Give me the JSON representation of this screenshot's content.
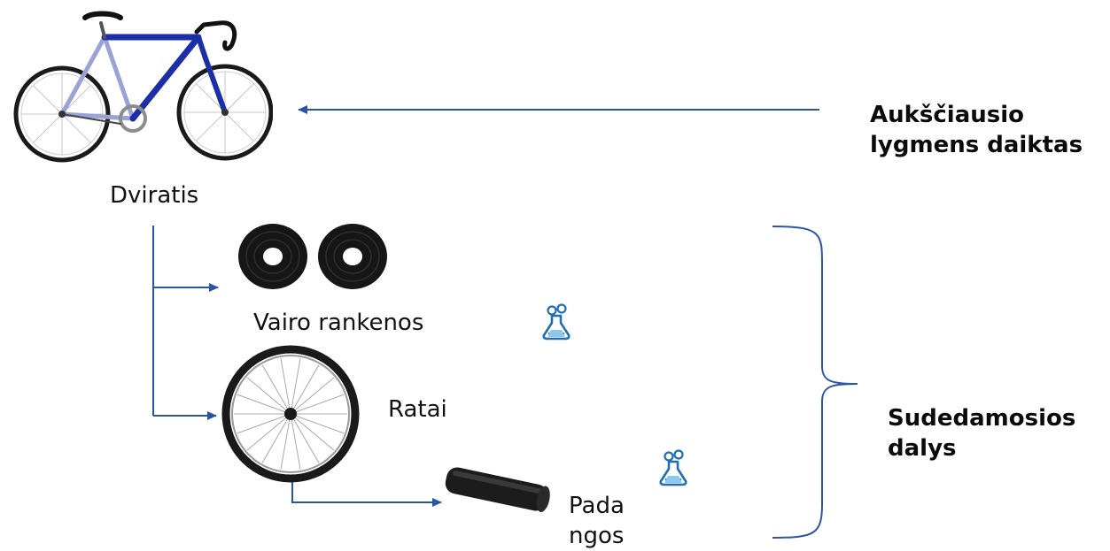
{
  "top_item": {
    "label": "Dviratis",
    "icon": "bicycle-icon"
  },
  "parts": [
    {
      "label": "Vairo rankenos",
      "icon": "handlebar-tape-icon",
      "flag_icon": "flask-icon"
    },
    {
      "label": "Ratai",
      "icon": "wheel-icon"
    },
    {
      "label": "Pada\nngos",
      "icon": "tire-icon",
      "flag_icon": "flask-icon"
    }
  ],
  "annotations": {
    "top_level": "Aukščiausio\nlygmens daiktas",
    "components": "Sudedamosios\ndalys"
  },
  "colors": {
    "line": "#2b54a5",
    "bike_frame": "#1c2fa8",
    "flask": "#1f6fb2"
  }
}
